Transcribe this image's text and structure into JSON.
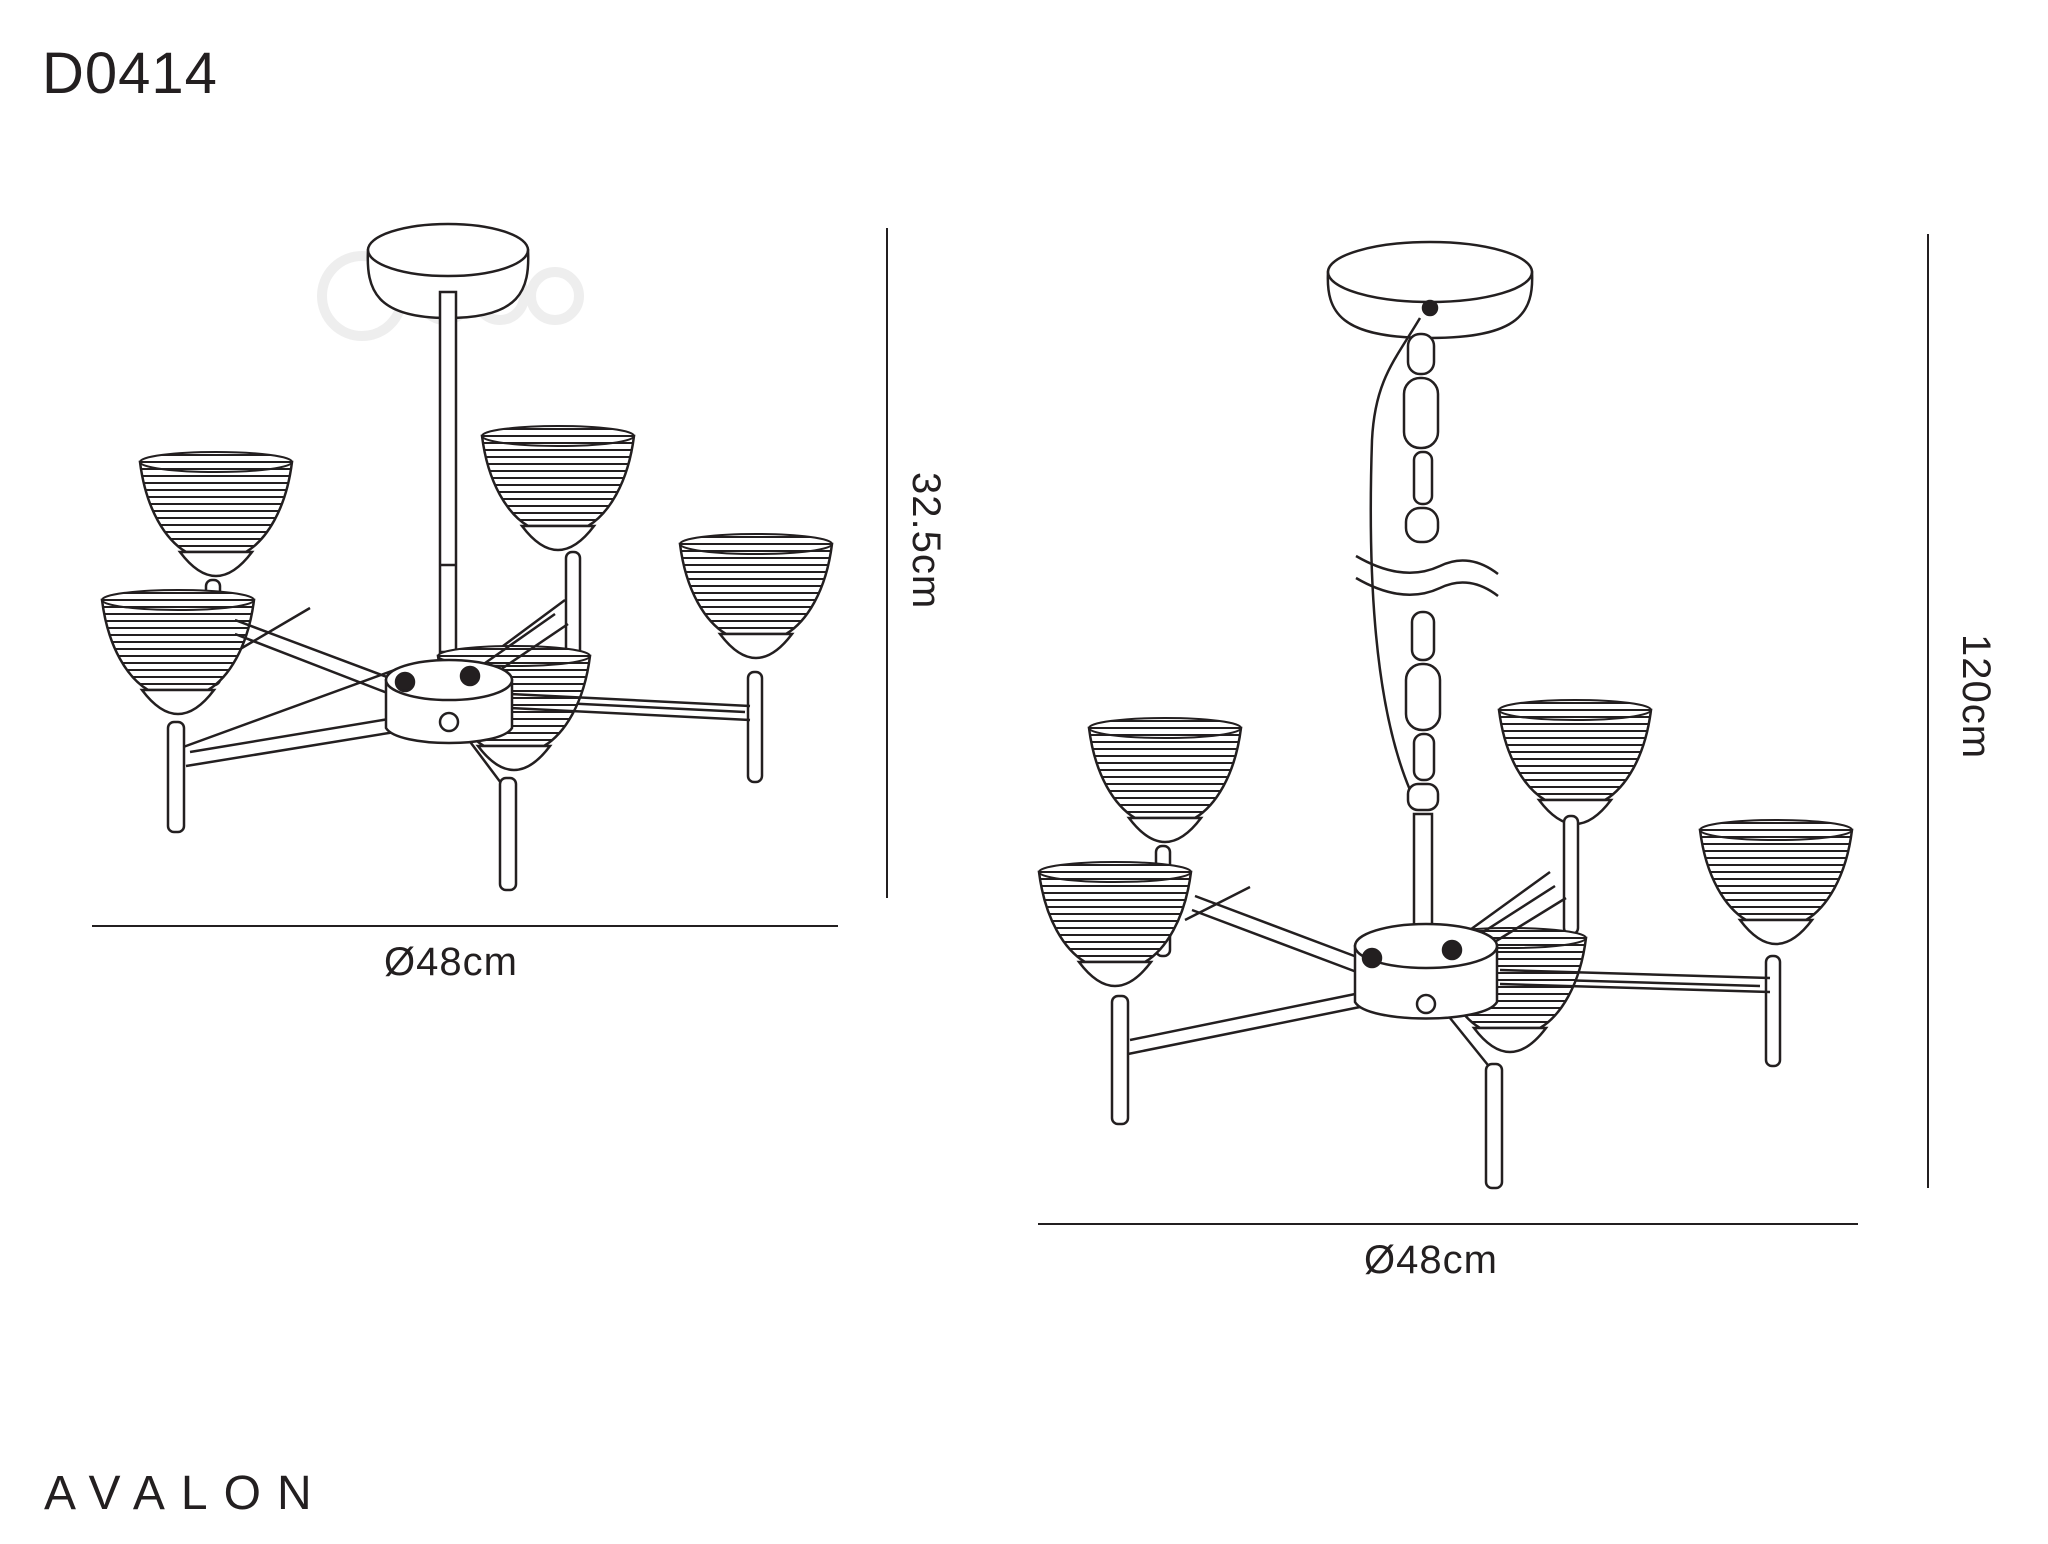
{
  "product_code": "D0414",
  "brand": "AVALON",
  "views": [
    {
      "width_label": "Ø48cm",
      "height_label": "32.5cm"
    },
    {
      "width_label": "Ø48cm",
      "height_label": "120cm"
    }
  ]
}
